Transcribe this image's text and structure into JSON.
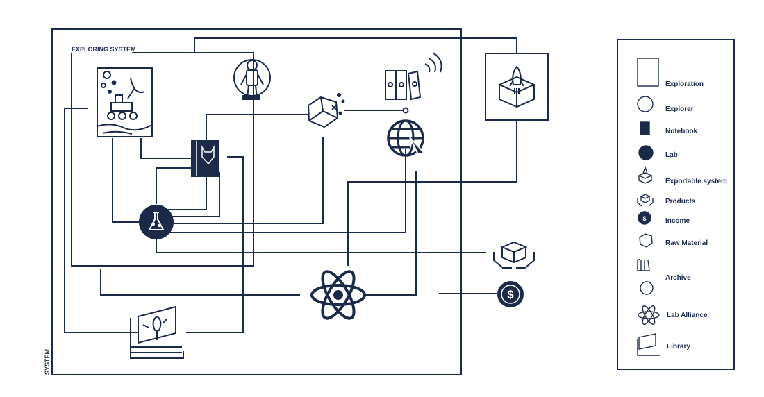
{
  "colors": {
    "ink": "#1c2a4a",
    "background": "#ffffff"
  },
  "labels": {
    "system": "SYSTEM",
    "exploring_system": "EXPLORING SYSTEM"
  },
  "legend": [
    {
      "label": "Exploration",
      "icon": "moon-exploration-icon"
    },
    {
      "label": "Explorer",
      "icon": "astronaut-icon"
    },
    {
      "label": "Notebook",
      "icon": "notebook-icon"
    },
    {
      "label": "Lab",
      "icon": "lab-flask-icon"
    },
    {
      "label": "Exportable system",
      "icon": "rocket-box-icon"
    },
    {
      "label": "Products",
      "icon": "box-hands-icon"
    },
    {
      "label": "Income",
      "icon": "dollar-coin-icon"
    },
    {
      "label": "Raw Material",
      "icon": "rock-icon"
    },
    {
      "label": "Archive",
      "icon": "archive-binders-icon"
    },
    {
      "label": "Lab Alliance",
      "icon": "atom-icon"
    },
    {
      "label": "Library",
      "icon": "library-book-icon"
    }
  ]
}
